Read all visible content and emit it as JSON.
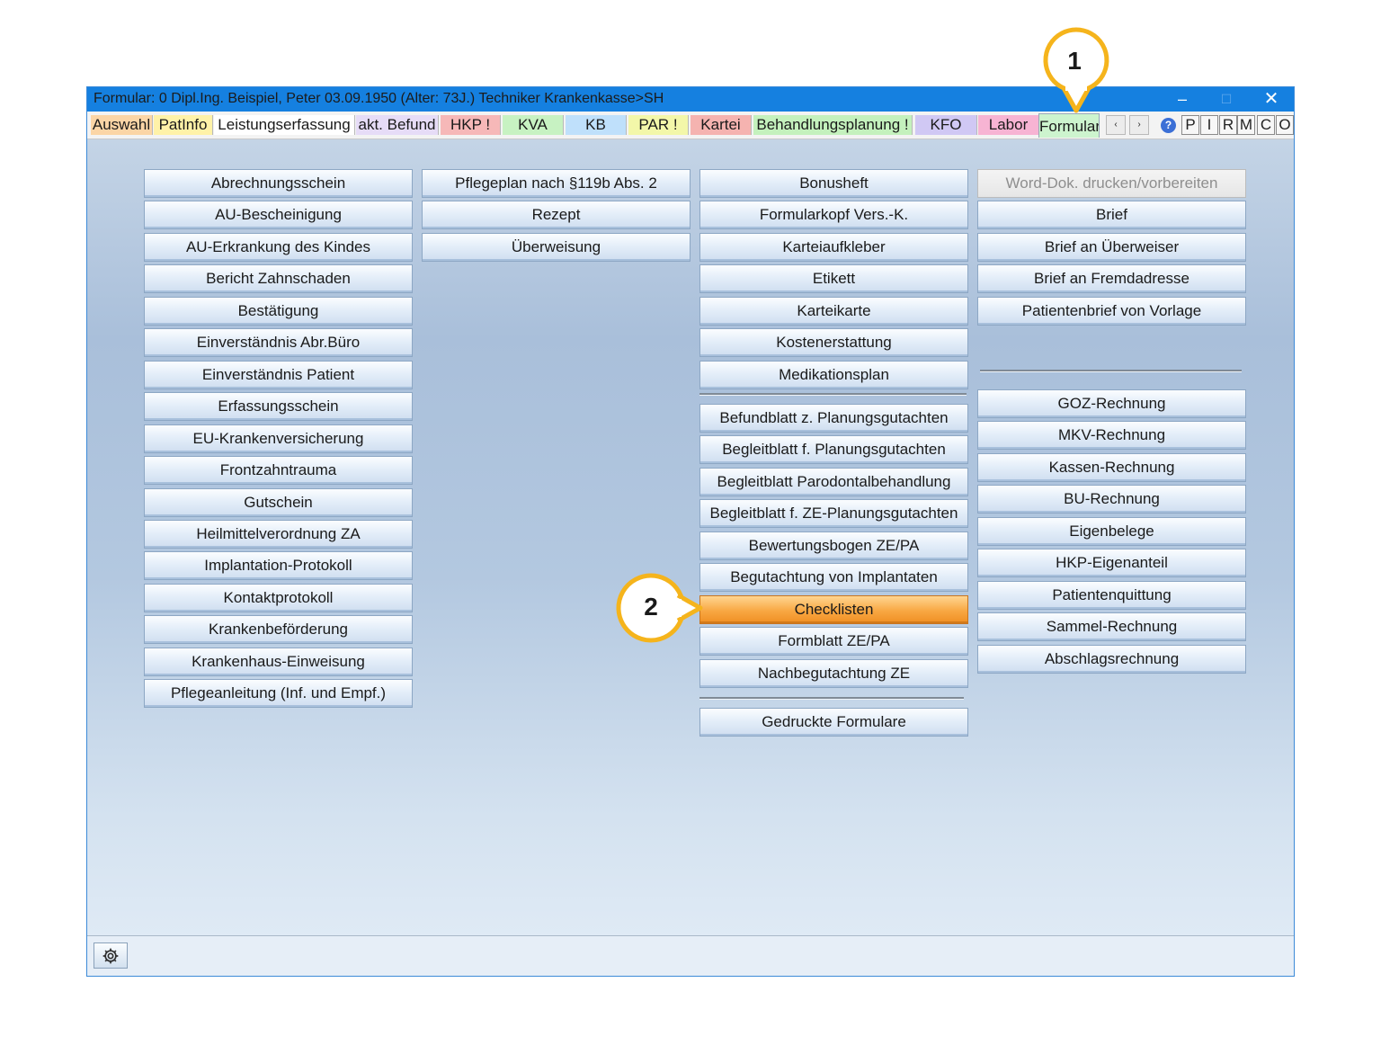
{
  "window": {
    "title": "Formular: 0  Dipl.Ing. Beispiel, Peter  03.09.1950 (Alter: 73J.)  Techniker Krankenkasse>SH",
    "min_icon": "minimize-icon",
    "max_icon": "maximize-icon",
    "close_icon": "close-icon"
  },
  "tabs": [
    {
      "label": "Auswahl",
      "color": "#fbd5a6"
    },
    {
      "label": "PatInfo",
      "color": "#fff2a8"
    },
    {
      "label": "Leistungserfassung",
      "color": "#ffffff"
    },
    {
      "label": "akt. Befund",
      "color": "#e6dcf7"
    },
    {
      "label": "HKP !",
      "color": "#f6b8b8"
    },
    {
      "label": "KVA",
      "color": "#c7f2c2"
    },
    {
      "label": "KB",
      "color": "#bfe0fb"
    },
    {
      "label": "PAR !",
      "color": "#f3f7a9"
    },
    {
      "label": "Kartei",
      "color": "#f5b3b0"
    },
    {
      "label": "Behandlungsplanung !",
      "color": "#c4f1bd"
    },
    {
      "label": "KFO",
      "color": "#d0c8f4"
    },
    {
      "label": "Labor",
      "color": "#f7b4d3"
    },
    {
      "label": "Formular",
      "color": "#cdf4ce",
      "active": true
    }
  ],
  "nav": {
    "prev_label": "‹",
    "next_label": "›"
  },
  "quick_buttons": [
    "P",
    "I",
    "R",
    "M",
    "C",
    "O"
  ],
  "help_icon": "help-icon",
  "columns": {
    "col1": [
      "Abrechnungsschein",
      "AU-Bescheinigung",
      "AU-Erkrankung des Kindes",
      "Bericht Zahnschaden",
      "Bestätigung",
      "Einverständnis Abr.Büro",
      "Einverständnis Patient",
      "Erfassungsschein",
      "EU-Krankenversicherung",
      "Frontzahntrauma",
      "Gutschein",
      "Heilmittelverordnung ZA",
      "Implantation-Protokoll",
      "Kontaktprotokoll",
      "Krankenbeförderung",
      "Krankenhaus-Einweisung",
      "Pflegeanleitung (Inf. und Empf.)"
    ],
    "col2": [
      "Pflegeplan nach §119b Abs. 2",
      "Rezept",
      "Überweisung"
    ],
    "col3a": [
      "Bonusheft",
      "Formularkopf Vers.-K.",
      "Karteiaufkleber",
      "Etikett",
      "Karteikarte",
      "Kostenerstattung",
      "Medikationsplan"
    ],
    "col3b": [
      "Befundblatt z. Planungsgutachten",
      "Begleitblatt f. Planungsgutachten",
      "Begleitblatt Parodontalbehandlung",
      "Begleitblatt f. ZE-Planungsgutachten",
      "Bewertungsbogen ZE/PA",
      "Begutachtung von Implantaten",
      "Checklisten",
      "Formblatt ZE/PA",
      "Nachbegutachtung ZE"
    ],
    "col3c": [
      "Gedruckte Formulare"
    ],
    "col4a": [
      "Word-Dok. drucken/vorbereiten",
      "Brief",
      "Brief an Überweiser",
      "Brief an Fremdadresse",
      "Patientenbrief von Vorlage"
    ],
    "col4b": [
      "GOZ-Rechnung",
      "MKV-Rechnung",
      "Kassen-Rechnung",
      "BU-Rechnung",
      "Eigenbelege",
      "HKP-Eigenanteil",
      "Patientenquittung",
      "Sammel-Rechnung",
      "Abschlagsrechnung"
    ]
  },
  "highlighted_button": "Checklisten",
  "disabled_button": "Word-Dok. drucken/vorbereiten",
  "status": {
    "settings_icon": "gear-icon"
  },
  "callouts": [
    {
      "label": "1",
      "color": "#f5b41c"
    },
    {
      "label": "2",
      "color": "#f5b41c"
    }
  ]
}
